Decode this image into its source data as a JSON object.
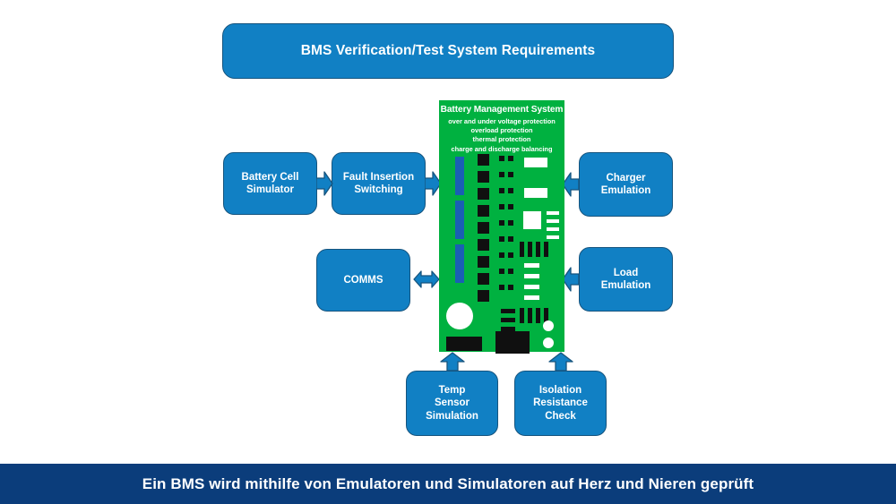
{
  "title": {
    "label": "BMS Verification/Test System Requirements"
  },
  "pcb": {
    "heading": "Battery Management System",
    "features": "over and under voltage protection\noverload protection\nthermal protection\ncharge and discharge balancing",
    "board_color": "#00b140",
    "text_color": "#ffffff"
  },
  "blocks": {
    "battery_cell_simulator": "Battery Cell\nSimulator",
    "fault_insertion_switching": "Fault Insertion\nSwitching",
    "charger_emulation": "Charger\nEmulation",
    "comms": "COMMS",
    "load_emulation": "Load\nEmulation",
    "temp_sensor_simulation": "Temp\nSensor\nSimulation",
    "isolation_resistance_check": "Isolation\nResistance\nCheck"
  },
  "caption": {
    "text": "Ein BMS wird mithilfe von Emulatoren und Simulatoren auf Herz und Nieren geprüft",
    "background": "#0b3d7b"
  },
  "colors": {
    "box_fill": "#1180c4",
    "box_border": "#16547e",
    "arrow_fill": "#1180c4",
    "arrow_border": "#16547e",
    "pcb_green": "#00b140",
    "banner_navy": "#0b3d7b"
  }
}
